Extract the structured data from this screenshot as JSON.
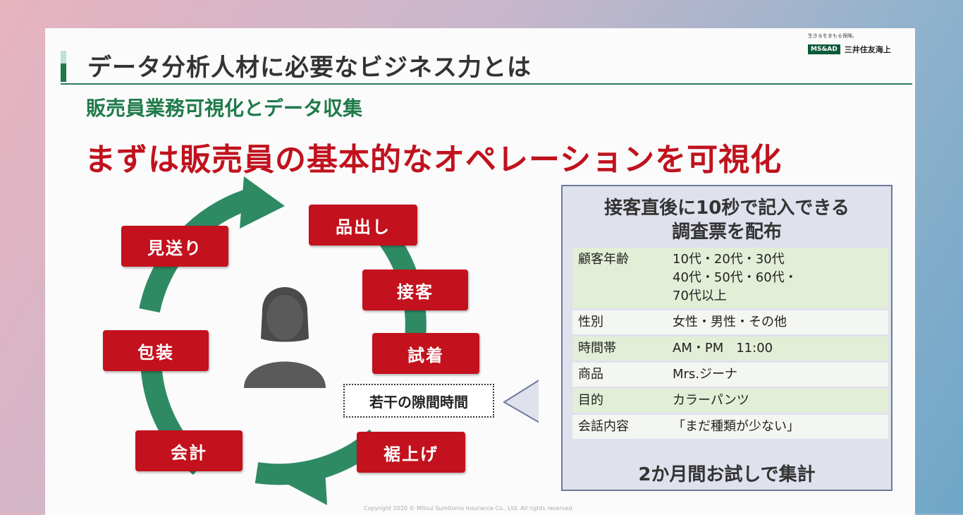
{
  "brand": {
    "tagline": "生きるをまもる保険。",
    "group": "MS&AD",
    "company": "三井住友海上"
  },
  "title": "データ分析人材に必要なビジネス力とは",
  "subtitle": "販売員業務可視化とデータ収集",
  "headline": "まずは販売員の基本的なオペレーションを可視化",
  "cycle_steps": [
    "品出し",
    "接客",
    "試着",
    "裾上げ",
    "会計",
    "包装",
    "見送り"
  ],
  "gap_label": "若干の隙間時間",
  "panel": {
    "title_line1": "接客直後に10秒で記入できる",
    "title_line2": "調査票を配布",
    "rows": [
      {
        "key": "顧客年齢",
        "value": [
          "10代・20代・30代",
          "40代・50代・60代・",
          "70代以上"
        ]
      },
      {
        "key": "性別",
        "value": [
          "女性・男性・その他"
        ]
      },
      {
        "key": "時間帯",
        "value": [
          "AM・PM　11:00"
        ]
      },
      {
        "key": "商品",
        "value": [
          "Mrs.ジーナ"
        ]
      },
      {
        "key": "目的",
        "value": [
          "カラーパンツ"
        ]
      },
      {
        "key": "会話内容",
        "value": [
          "「まだ種類が少ない」"
        ]
      }
    ],
    "footer": "2か月間お試しで集計"
  },
  "copyright": "Copyright 2020 © Mitsui Sumitomo Insurance Co., Ltd. All rights reserved.",
  "colors": {
    "accent_red": "#c3111d",
    "brand_green": "#1e7a4a",
    "arrow_green": "#2e8a63"
  },
  "icons": {
    "person": "person-silhouette-icon"
  }
}
